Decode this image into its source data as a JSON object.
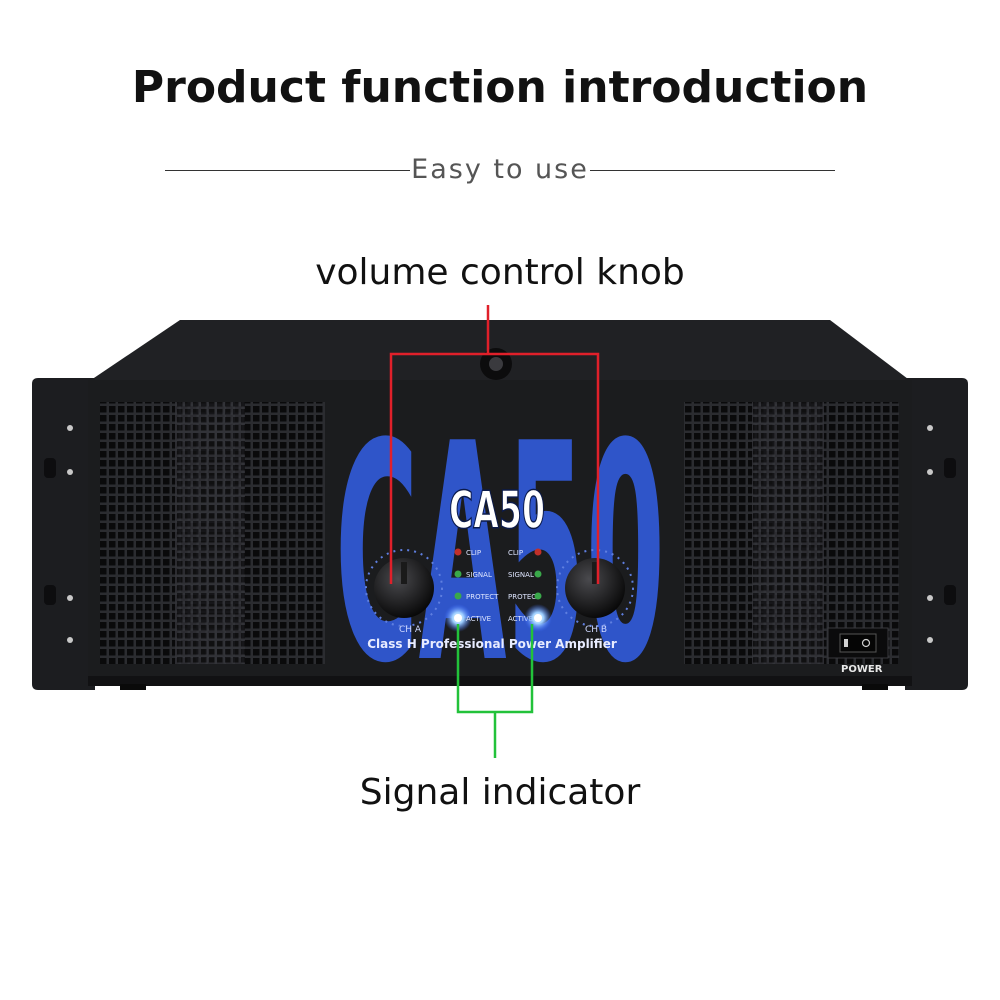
{
  "header": {
    "title": "Product function introduction",
    "subtitle": "Easy to use"
  },
  "callouts": {
    "volume_label": "volume control knob",
    "signal_label": "Signal indicator"
  },
  "device": {
    "big_logo": "CA50",
    "small_logo": "CA50",
    "tagline": "Class H Professional Power Amplifier",
    "channel_a": "CH A",
    "channel_b": "CH B",
    "power_label": "POWER",
    "indicators": [
      "CLIP",
      "SIGNAL",
      "PROTECT",
      "ACTIVE"
    ]
  },
  "colors": {
    "volume_line": "#e0202a",
    "signal_line": "#22c23a",
    "logo_blue": "#2f55c9",
    "chassis": "#1b1c1e"
  }
}
